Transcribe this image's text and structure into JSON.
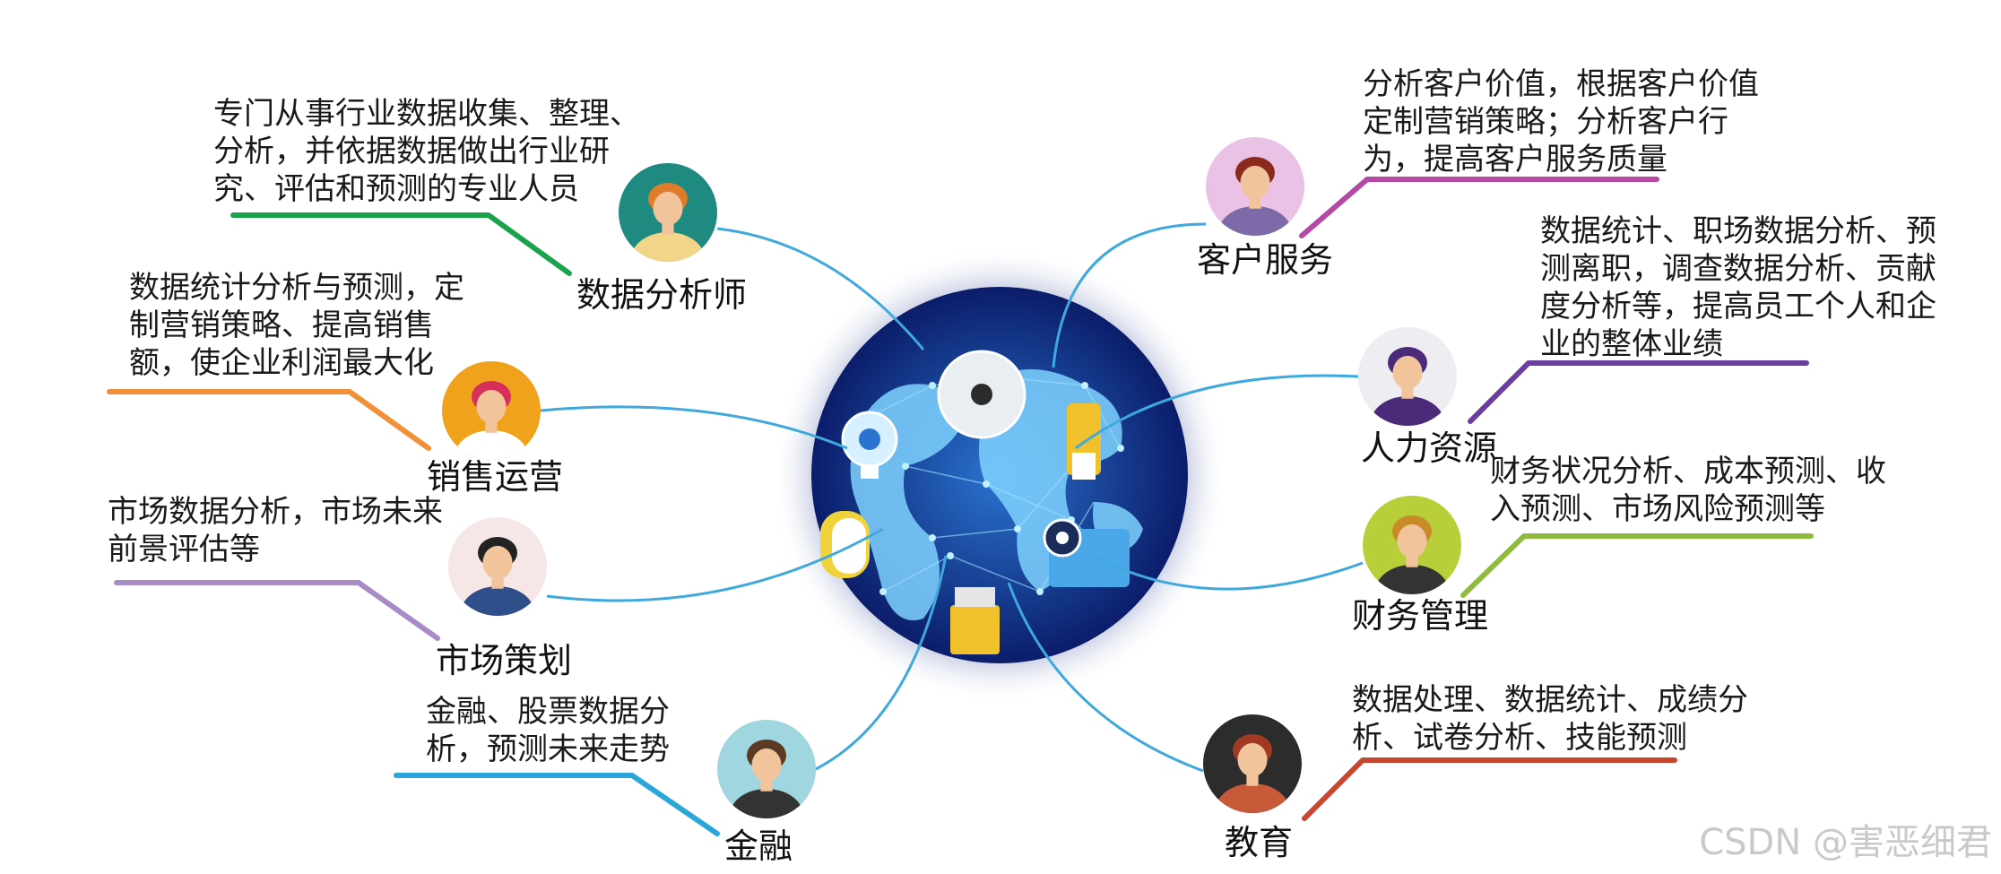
{
  "roles": [
    {
      "id": "analyst",
      "title": "数据分析师",
      "desc": "专门从事行业数据收集、整理、\n分析，并依据数据做出行业研\n究、评估和预测的专业人员",
      "color": "#1aa34a",
      "avatar": {
        "bg": "#1f8a80",
        "skin": "#f2c49b",
        "hair": "#e07b2a",
        "shirt": "#f3d58a"
      }
    },
    {
      "id": "sales",
      "title": "销售运营",
      "desc": "数据统计分析与预测，定\n制营销策略、提高销售\n额，使企业利润最大化",
      "color": "#f0913a",
      "avatar": {
        "bg": "#f0a21c",
        "skin": "#f2c49b",
        "hair": "#d62f5c",
        "shirt": "#ffffff"
      }
    },
    {
      "id": "marketing",
      "title": "市场策划",
      "desc": "市场数据分析，市场未来\n前景评估等",
      "color": "#a98cc7",
      "avatar": {
        "bg": "#f6e6e6",
        "skin": "#f2c49b",
        "hair": "#222222",
        "shirt": "#2f4f8a"
      }
    },
    {
      "id": "finance",
      "title": "金融",
      "desc": "金融、股票数据分\n析，预测未来走势",
      "color": "#2aa7d8",
      "avatar": {
        "bg": "#9fd6df",
        "skin": "#f2c49b",
        "hair": "#5a3a22",
        "shirt": "#333333"
      }
    },
    {
      "id": "customer",
      "title": "客户服务",
      "desc": "分析客户价值，根据客户价值\n定制营销策略；分析客户行\n为，提高客户服务质量",
      "color": "#b44aa6",
      "avatar": {
        "bg": "#e9c2e6",
        "skin": "#f2c49b",
        "hair": "#8a2a1e",
        "shirt": "#7d6aa8"
      }
    },
    {
      "id": "hr",
      "title": "人力资源",
      "desc": "数据统计、职场数据分析、预\n测离职，调查数据分析、贡献\n度分析等，提高员工个人和企\n业的整体业绩",
      "color": "#6a3fa0",
      "avatar": {
        "bg": "#ededf2",
        "skin": "#f2c49b",
        "hair": "#4b2a7a",
        "shirt": "#4b2a7a"
      }
    },
    {
      "id": "finmgmt",
      "title": "财务管理",
      "desc": "财务状况分析、成本预测、收\n入预测、市场风险预测等",
      "color": "#8fba3e",
      "avatar": {
        "bg": "#b8cf3a",
        "skin": "#f2c49b",
        "hair": "#c98a2a",
        "shirt": "#333333"
      }
    },
    {
      "id": "education",
      "title": "教育",
      "desc": "数据处理、数据统计、成绩分\n析、试卷分析、技能预测",
      "color": "#c8462e",
      "avatar": {
        "bg": "#2c2c2c",
        "skin": "#f2c49b",
        "hair": "#a03a22",
        "shirt": "#c85a3a"
      }
    }
  ],
  "watermark": "CSDN @害恶细君",
  "colors": {
    "connector": "#3fa9dd",
    "globe_dark": "#0b1560",
    "globe_mid": "#1b5fc0",
    "globe_light": "#5fc3ff"
  }
}
